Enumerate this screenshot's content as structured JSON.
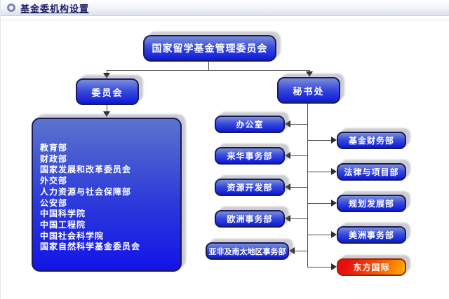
{
  "header": {
    "title": "基金委机构设置",
    "bullet_icon": "circle-bullet-icon"
  },
  "colors": {
    "title_navy": "#1c1d62",
    "node_blue_top": "#7b8fd9",
    "node_blue_bottom": "#0c19d6",
    "node_border_navy": "#191a55",
    "highlight_red": "#e80f0f",
    "highlight_orange": "#ffb400",
    "connector_gray": "#4a4a4a"
  },
  "chart": {
    "type": "org-chart",
    "root": {
      "label": "国家留学基金管理委员会"
    },
    "level2": [
      {
        "label": "委员会"
      },
      {
        "label": "秘书处"
      }
    ],
    "committee_members": [
      "教育部",
      "财政部",
      "国家发展和改革委员会",
      "外交部",
      "人力资源与社会保障部",
      "公安部",
      "中国科学院",
      "中国工程院",
      "中国社会科学院",
      "国家自然科学基金委员会"
    ],
    "secretariat_left": [
      "办公室",
      "来华事务部",
      "资源开发部",
      "欧洲事务部",
      "亚非及南太地区事务部"
    ],
    "secretariat_right": [
      "基金财务部",
      "法律与项目部",
      "规划发展部",
      "美洲事务部",
      "东方国际"
    ]
  }
}
